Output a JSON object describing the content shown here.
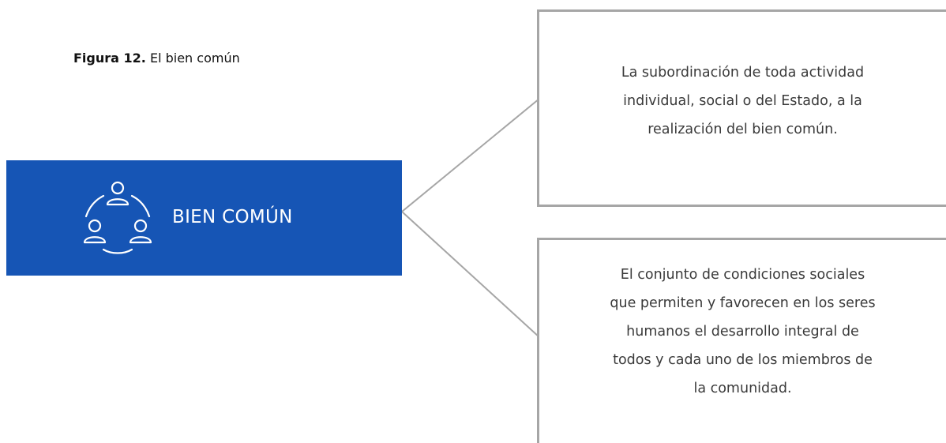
{
  "figure": {
    "label": "Figura 12.",
    "title": "El bien común"
  },
  "central": {
    "label": "BIEN COMÚN",
    "icon": "community-icon",
    "color": "#1655b5"
  },
  "definitions": [
    {
      "text": "La subordinación de toda actividad\nindividual, social o del Estado, a la\nrealización del bien común."
    },
    {
      "text": "El conjunto de condiciones sociales\nque permiten y favorecen en los seres\nhumanos el desarrollo integral de\ntodos y cada uno de los miembros de\nla comunidad."
    }
  ],
  "colors": {
    "connector": "#a6a6a6",
    "box_border": "#a6a6a6",
    "text": "#3a3a3a"
  }
}
